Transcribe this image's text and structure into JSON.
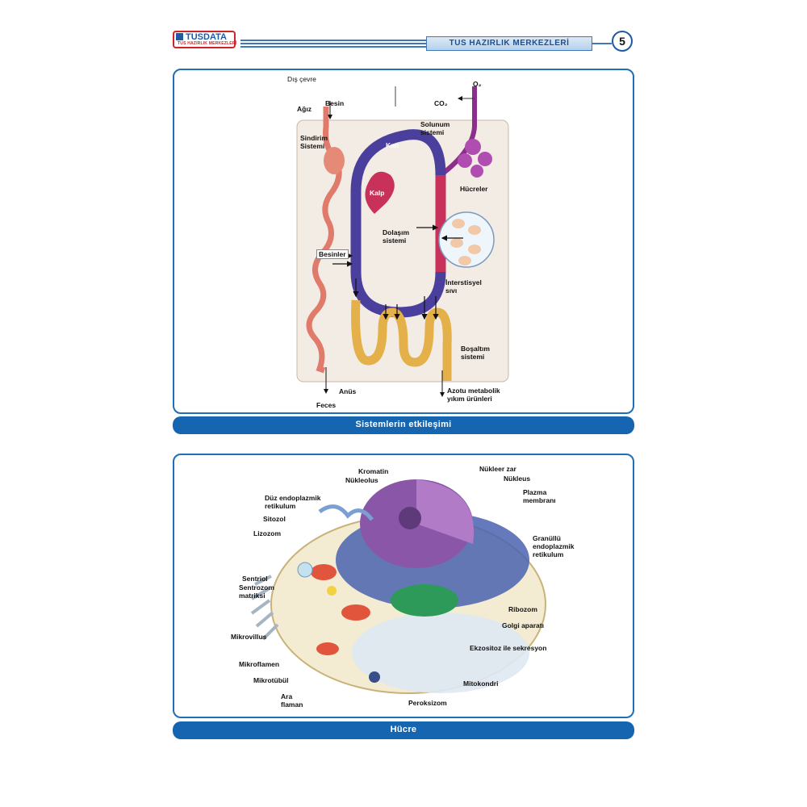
{
  "header": {
    "logo_text": "TUSDATA",
    "logo_sub": "TUS HAZIRLIK MERKEZLERİ",
    "title": "TUS HAZIRLIK MERKEZLERİ",
    "page_number": "5"
  },
  "figure1": {
    "caption": "Sistemlerin etkileşimi",
    "labels": {
      "dis_cevre": "Dış çevre",
      "besin": "Besin",
      "agiz": "Ağız",
      "sindirim": "Sindirim",
      "sistemi": "Sistemi",
      "kan": "Kan",
      "kalp": "Kalp",
      "co2": "CO₂",
      "o2": "O₂",
      "solunum": "Solunum",
      "solunum_sistemi": "sistemi",
      "hucreler": "Hücreler",
      "dolasim": "Dolaşım",
      "dolasim_sistemi": "sistemi",
      "besinler": "Besinler",
      "interstisyel": "İnterstisyel",
      "sivi": "sıvı",
      "bosaltim": "Boşaltım",
      "bosaltim_sistemi": "sistemi",
      "anus": "Anüs",
      "feces": "Feces",
      "azotu": "Azotu metabolik",
      "yikim": "yıkım ürünleri"
    }
  },
  "figure2": {
    "caption": "Hücre",
    "labels": {
      "kromatin": "Kromatin",
      "nukleolus": "Nükleolus",
      "nukleer_zar": "Nükleer zar",
      "nukleus": "Nükleus",
      "plazma": "Plazma",
      "membrani": "membranı",
      "duz_er_1": "Düz endoplazmik",
      "duz_er_2": "retikulum",
      "sitozol": "Sitozol",
      "lizozom": "Lizozom",
      "granullu_1": "Granüllü",
      "granullu_2": "endoplazmik",
      "granullu_3": "retikulum",
      "sentriol": "Sentriol",
      "sentrozom_1": "Sentrozom",
      "sentrozom_2": "matriksi",
      "ribozom": "Ribozom",
      "golgi": "Golgi aparatı",
      "mikrovillus": "Mikrovillus",
      "ekzositoz": "Ekzositoz ile sekresyon",
      "mikroflamen": "Mikroflamen",
      "mikrotubul": "Mikrotübül",
      "mitokondri": "Mitokondri",
      "ara": "Ara",
      "flaman": "flaman",
      "peroksizom": "Peroksizom"
    }
  }
}
